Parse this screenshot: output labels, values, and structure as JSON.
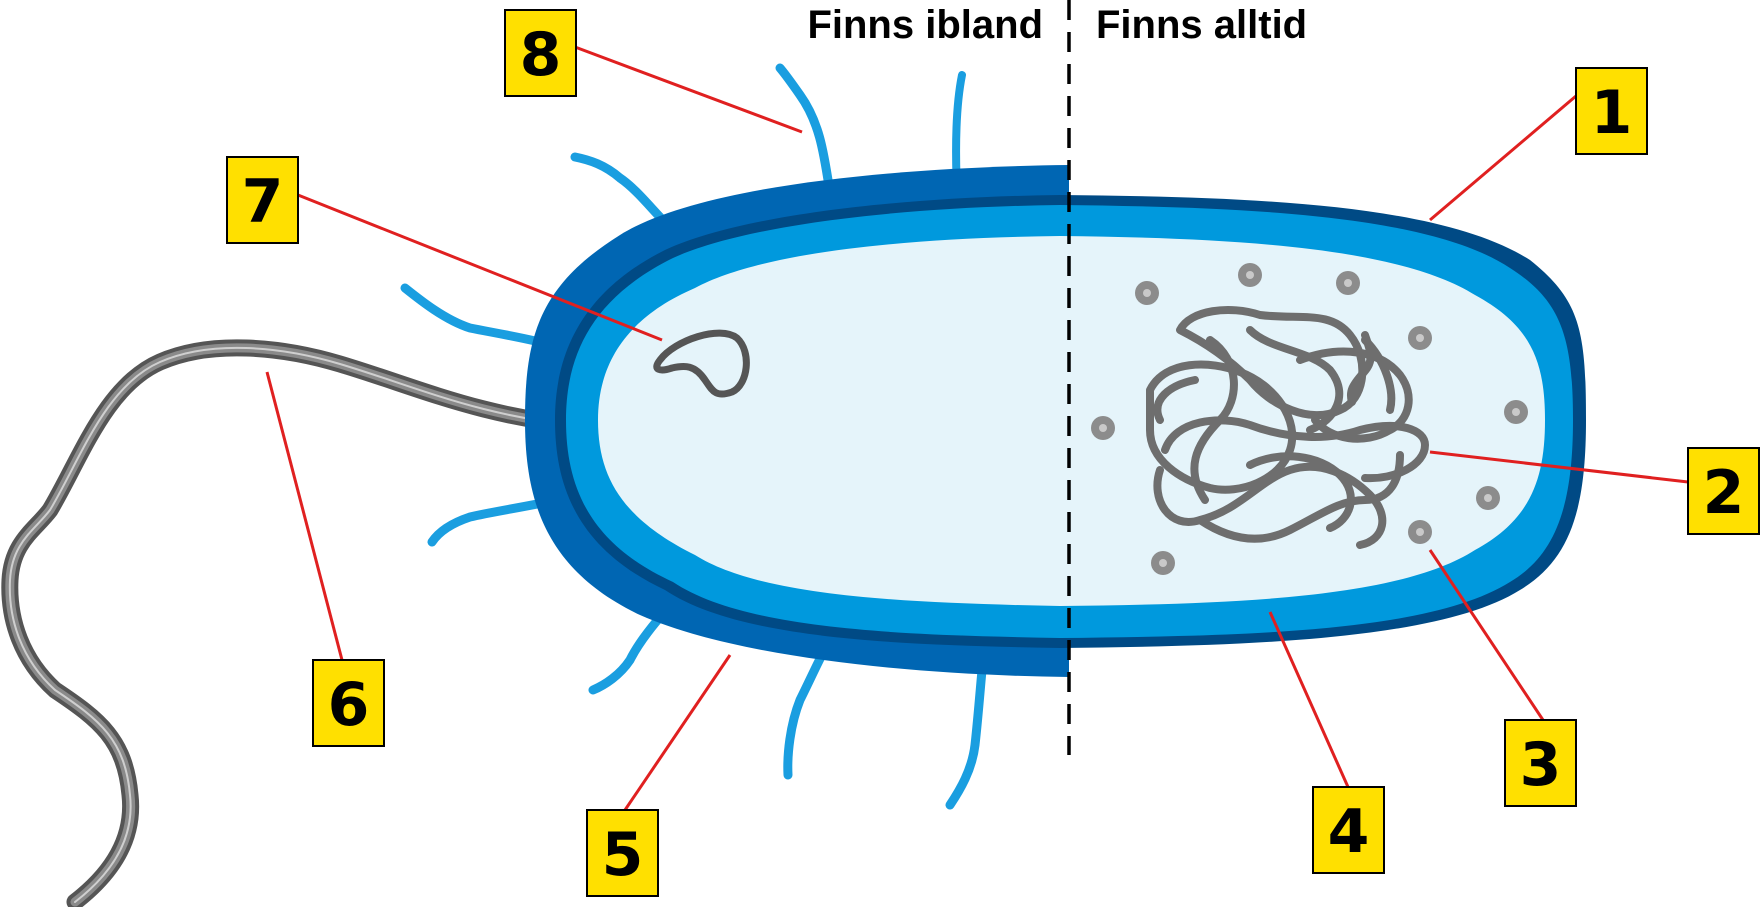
{
  "headers": {
    "left": "Finns ibland",
    "right": "Finns alltid"
  },
  "callouts": [
    "1",
    "2",
    "3",
    "4",
    "5",
    "6",
    "7",
    "8"
  ],
  "colors": {
    "capsule": "#0066b3",
    "cell_wall": "#004a85",
    "cell_membrane": "#0099dd",
    "cytoplasm": "#e5f4fa",
    "pili": "#1a9ee0",
    "flagellum": "#6e6e6e",
    "dna": "#6e6e6e",
    "ribosome": "#8c8c8c",
    "leader_line": "#e02020",
    "callout_fill": "#ffe000"
  }
}
